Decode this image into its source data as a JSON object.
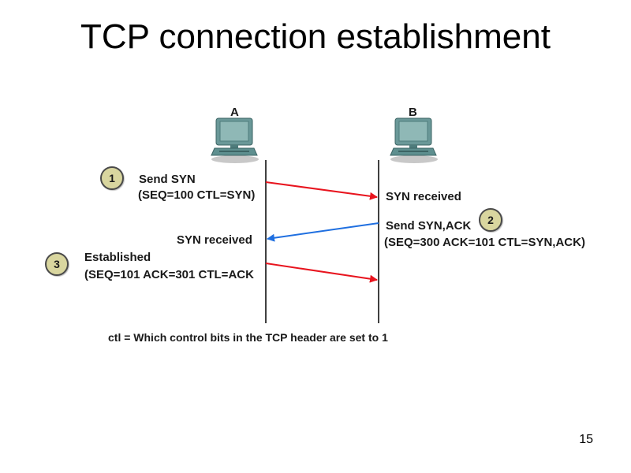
{
  "slide": {
    "title": "TCP connection establishment",
    "page_number": "15"
  },
  "hosts": {
    "a_label": "A",
    "b_label": "B"
  },
  "steps": [
    {
      "number": "1",
      "line1": "Send SYN",
      "line2": "(SEQ=100 CTL=SYN)"
    },
    {
      "number": "2",
      "line1": "Send SYN,ACK",
      "line2": "(SEQ=300 ACK=101 CTL=SYN,ACK)"
    },
    {
      "number": "3",
      "line1": "Established",
      "line2": "(SEQ=101 ACK=301 CTL=ACK"
    }
  ],
  "received": {
    "b_syn_received": "SYN received",
    "a_syn_received": "SYN received"
  },
  "footnote": "ctl = Which control bits in the TCP header are set to 1",
  "colors": {
    "forward_arrow": "#e8141e",
    "reverse_arrow": "#1f6fe0",
    "step_circle": "#d9d69f",
    "computer_body": "#5e8f8f"
  },
  "icons": [
    "computer-icon"
  ]
}
